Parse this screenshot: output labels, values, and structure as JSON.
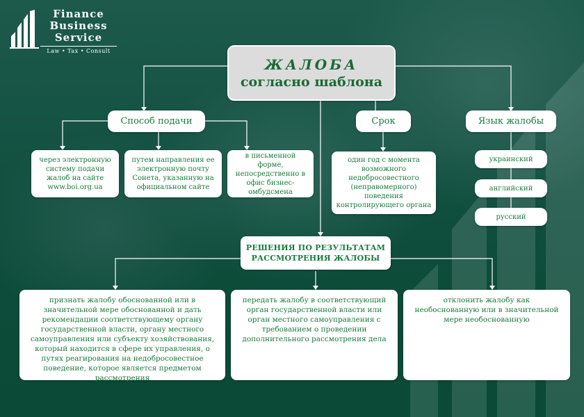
{
  "logo": {
    "line1": "Finance",
    "line2": "Business",
    "line3": "Service",
    "sub": "Law • Tax • Consult"
  },
  "title": {
    "line1": "ЖАЛОБА",
    "line2": "согласно шаблона"
  },
  "categories": {
    "method": "Способ подачи",
    "term": "Срок",
    "language": "Язык жалобы"
  },
  "methods": [
    "через электронную систему подачи жалоб на сайте www.boi.org.ua",
    "путем направления ее электронную почту Сонета, указанную на официальном сайте",
    "в письменной форме, непосредственно в офис бизнес-омбудсмена"
  ],
  "term_text": "один год с момента возможного недобросовестного (неправомерного) поведения контролирующего органа",
  "languages": [
    "украинский",
    "английский",
    "русский"
  ],
  "decisions_title": {
    "line1": "РЕШЕНИЯ ПО РЕЗУЛЬТАТАМ",
    "line2": "РАССМОТРЕНИЯ ЖАЛОБЫ"
  },
  "results": [
    "признать жалобу обоснованной или в значительной мере обоснованной и дать рекомендации соответствующему органу государственной власти, органу местного самоуправления или субъекту хозяйствования, который находится в сфере их управления, о путях реагирования на недобросовестное поведение, которое является предметом рассмотрения",
    "передать жалобу в соответствующий орган государственной власти или орган местного самоуправления с требованием о проведении дополнительного рассмотрения дела",
    "отклонить жалобу как необоснованную или в значительной мере необоснованную"
  ],
  "colors": {
    "background": "#124a3c",
    "accent": "#1a7a3d",
    "box": "#ffffff",
    "title_box": "#dcdcdc"
  }
}
